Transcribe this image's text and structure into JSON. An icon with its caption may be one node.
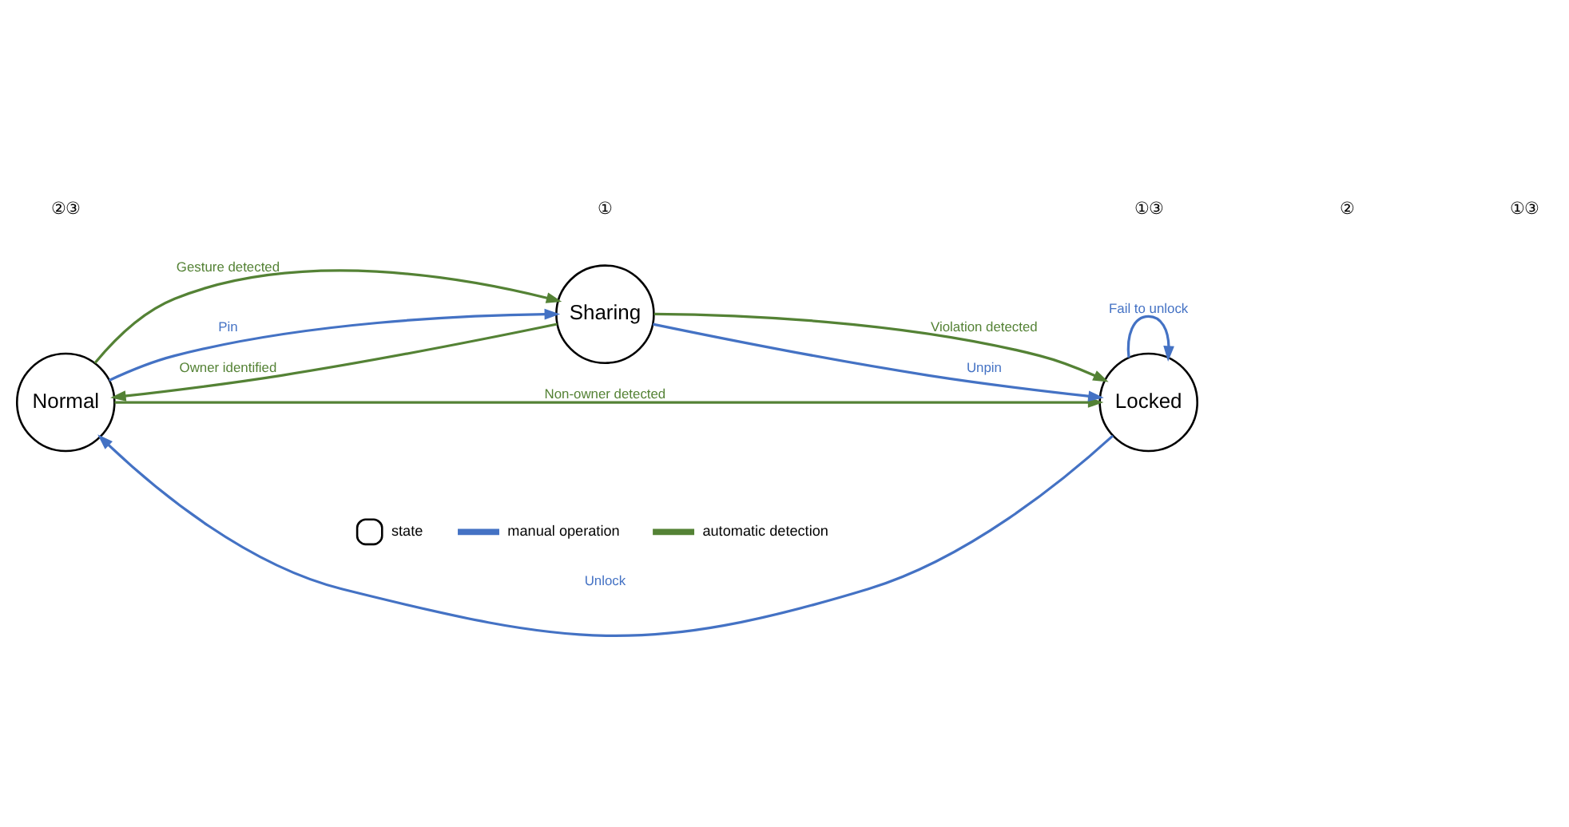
{
  "diagram": {
    "nodes": [
      {
        "text": [
          "Normal"
        ]
      },
      {
        "text": [
          "Sharing"
        ]
      },
      {
        "text": [
          "Locked"
        ]
      }
    ],
    "edges": [
      {
        "from": 0,
        "to": 2,
        "arrow": "to",
        "label": "Non-owner detected",
        "color": "#548235"
      },
      {
        "from": 0,
        "to": 1,
        "arrow": "to",
        "label": "Gesture detected",
        "color": "#548235"
      },
      {
        "from": 0,
        "to": 1,
        "arrow": "to",
        "label": "Pin",
        "color": "#4472c4"
      },
      {
        "from": 1,
        "to": 2,
        "arrow": "to",
        "label": "Violation detected",
        "color": "#548235"
      },
      {
        "from": 1,
        "to": 2,
        "arrow": "to",
        "label": "Unpin",
        "color": "#4472c4"
      },
      {
        "from": 1,
        "to": 0,
        "arrow": "to",
        "label": "Owner identified",
        "color": "#548235"
      },
      {
        "from": 2,
        "to": 0,
        "arrow": "to",
        "label": "Unlock",
        "color": "#4472c4"
      },
      {
        "from": 2,
        "to": 2,
        "arrow": "to",
        "label": "Fail to unlock",
        "color": "#4472c4"
      }
    ],
    "labels": [
      "②③",
      "①",
      "①③",
      "②",
      "①③"
    ],
    "legend": [
      {
        "text": "state"
      },
      {
        "text": "manual operation"
      },
      {
        "text": "automatic detection"
      }
    ]
  }
}
